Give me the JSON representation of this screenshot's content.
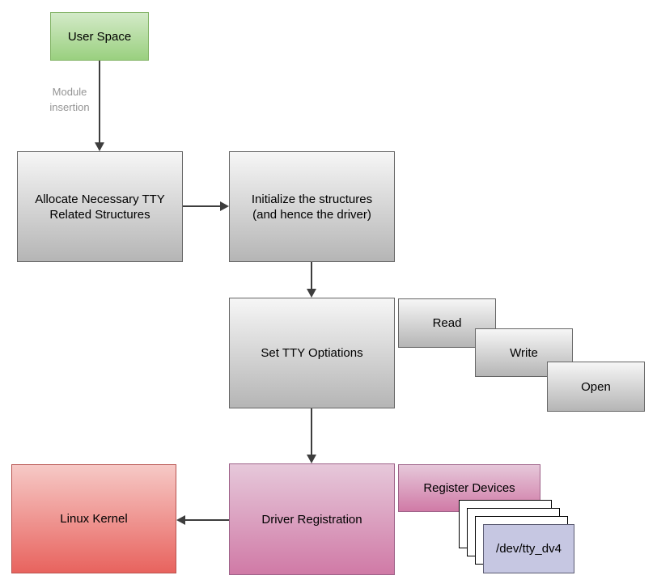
{
  "nodes": {
    "user_space": {
      "label": "User Space"
    },
    "allocate": {
      "line1": "Allocate Necessary TTY",
      "line2": "Related Structures"
    },
    "initialize": {
      "line1": "Initialize the structures",
      "line2": "(and hence the driver)"
    },
    "set_tty_options": {
      "label": "Set TTY Optiations"
    },
    "read": {
      "label": "Read"
    },
    "write": {
      "label": "Write"
    },
    "open": {
      "label": "Open"
    },
    "linux_kernel": {
      "label": "Linux Kernel"
    },
    "driver_registration": {
      "label": "Driver Registration"
    },
    "register_devices": {
      "label": "Register Devices"
    },
    "device_node": {
      "label": "/dev/tty_dv4"
    }
  },
  "edge_label": {
    "line1": "Module",
    "line2": "insertion"
  },
  "edges": [
    {
      "from": "user_space",
      "to": "allocate",
      "label": "Module insertion",
      "direction": "down"
    },
    {
      "from": "allocate",
      "to": "initialize",
      "label": "",
      "direction": "right"
    },
    {
      "from": "initialize",
      "to": "set_tty_options",
      "label": "",
      "direction": "down"
    },
    {
      "from": "set_tty_options",
      "to": "driver_registration",
      "label": "",
      "direction": "down"
    },
    {
      "from": "driver_registration",
      "to": "linux_kernel",
      "label": "",
      "direction": "left"
    }
  ],
  "colors": {
    "green_top": "#d3eac8",
    "green_bottom": "#9ad07f",
    "green_border": "#82b366",
    "gray_top": "#f6f6f6",
    "gray_bottom": "#b5b5b5",
    "gray_border": "#666666",
    "pink_top": "#e6c8da",
    "pink_bottom": "#d07aa6",
    "pink_border": "#9e6289",
    "red_top": "#f6c9c6",
    "red_bottom": "#e8635e",
    "red_border": "#b85450",
    "lavender_fill": "#c6c7e2",
    "lavender_border": "#5c5c72",
    "arrow": "#3d3d3d",
    "edge_label": "#949494"
  }
}
